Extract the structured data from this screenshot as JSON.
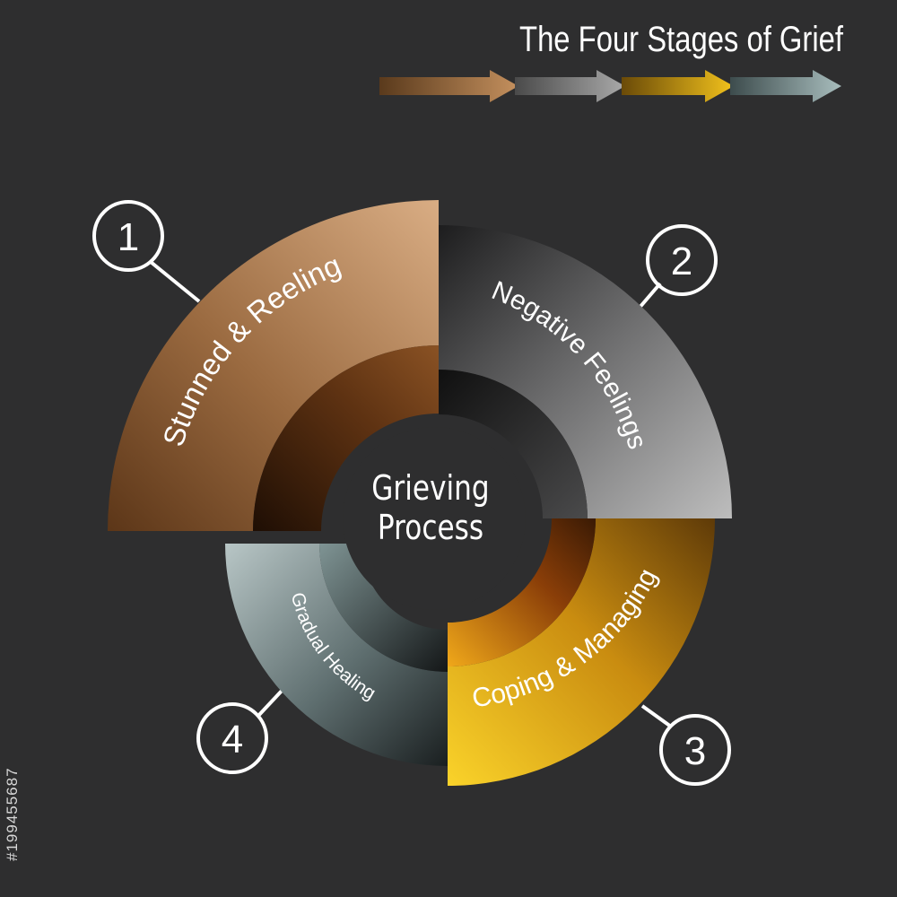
{
  "title": "The Four Stages of Grief",
  "center": {
    "line1": "Grieving",
    "line2": "Process"
  },
  "stages": [
    {
      "number": "1",
      "label": "Stunned & Reeling"
    },
    {
      "number": "2",
      "label": "Negative Feelings"
    },
    {
      "number": "3",
      "label": "Coping & Managing"
    },
    {
      "number": "4",
      "label": "Gradual Healing"
    }
  ],
  "colors": {
    "background": "#2e2e2f",
    "stage1": "#a8744a",
    "stage2": "#8c8c8c",
    "stage3": "#d6a21c",
    "stage4": "#8fa4a4"
  },
  "watermark_id": "#199455687"
}
